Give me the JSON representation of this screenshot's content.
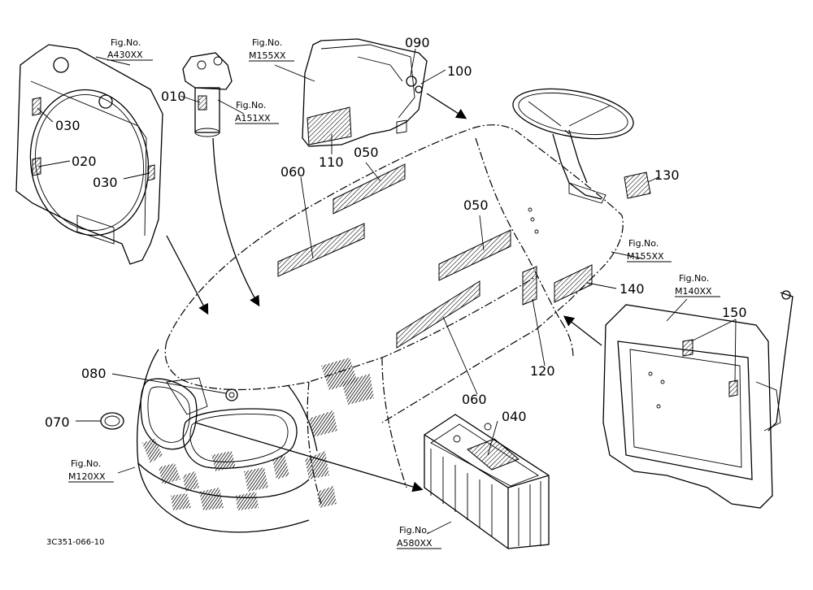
{
  "diagram": {
    "drawing_code": "3C351-066-10",
    "part_labels": {
      "p010": "010",
      "p020": "020",
      "p030a": "030",
      "p030b": "030",
      "p040": "040",
      "p050a": "050",
      "p050b": "050",
      "p060a": "060",
      "p060b": "060",
      "p070": "070",
      "p080": "080",
      "p090": "090",
      "p100": "100",
      "p110": "110",
      "p120": "120",
      "p130": "130",
      "p140": "140",
      "p150": "150"
    },
    "figure_refs": [
      {
        "prefix": "Fig.No.",
        "code": "A430XX"
      },
      {
        "prefix": "Fig.No.",
        "code": "A151XX"
      },
      {
        "prefix": "Fig.No.",
        "code": "M155XX"
      },
      {
        "prefix": "Fig.No.",
        "code": "M155XX"
      },
      {
        "prefix": "Fig.No.",
        "code": "M140XX"
      },
      {
        "prefix": "Fig.No.",
        "code": "M120XX"
      },
      {
        "prefix": "Fig.No.",
        "code": "A580XX"
      }
    ]
  }
}
